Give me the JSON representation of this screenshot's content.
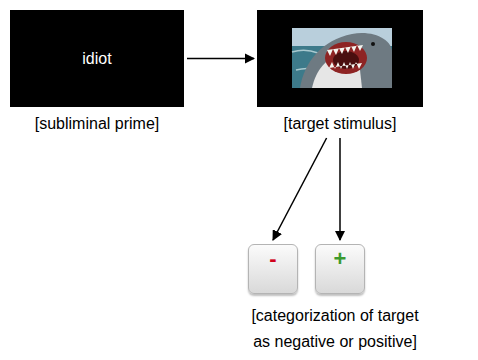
{
  "diagram": {
    "nodes": [
      {
        "text": [
          "idiot",
          "[subliminal prime]"
        ]
      },
      {
        "text": [
          "[target stimulus]"
        ]
      },
      {
        "text": [
          "-"
        ]
      },
      {
        "text": [
          "+"
        ]
      }
    ],
    "edges": [
      {
        "from": 0,
        "to": 1,
        "arrow": "to"
      },
      {
        "from": 1,
        "to": 2,
        "arrow": "to"
      },
      {
        "from": 1,
        "to": 3,
        "arrow": "to"
      }
    ],
    "labels": [
      "[categorization of target as negative or positive]"
    ]
  }
}
